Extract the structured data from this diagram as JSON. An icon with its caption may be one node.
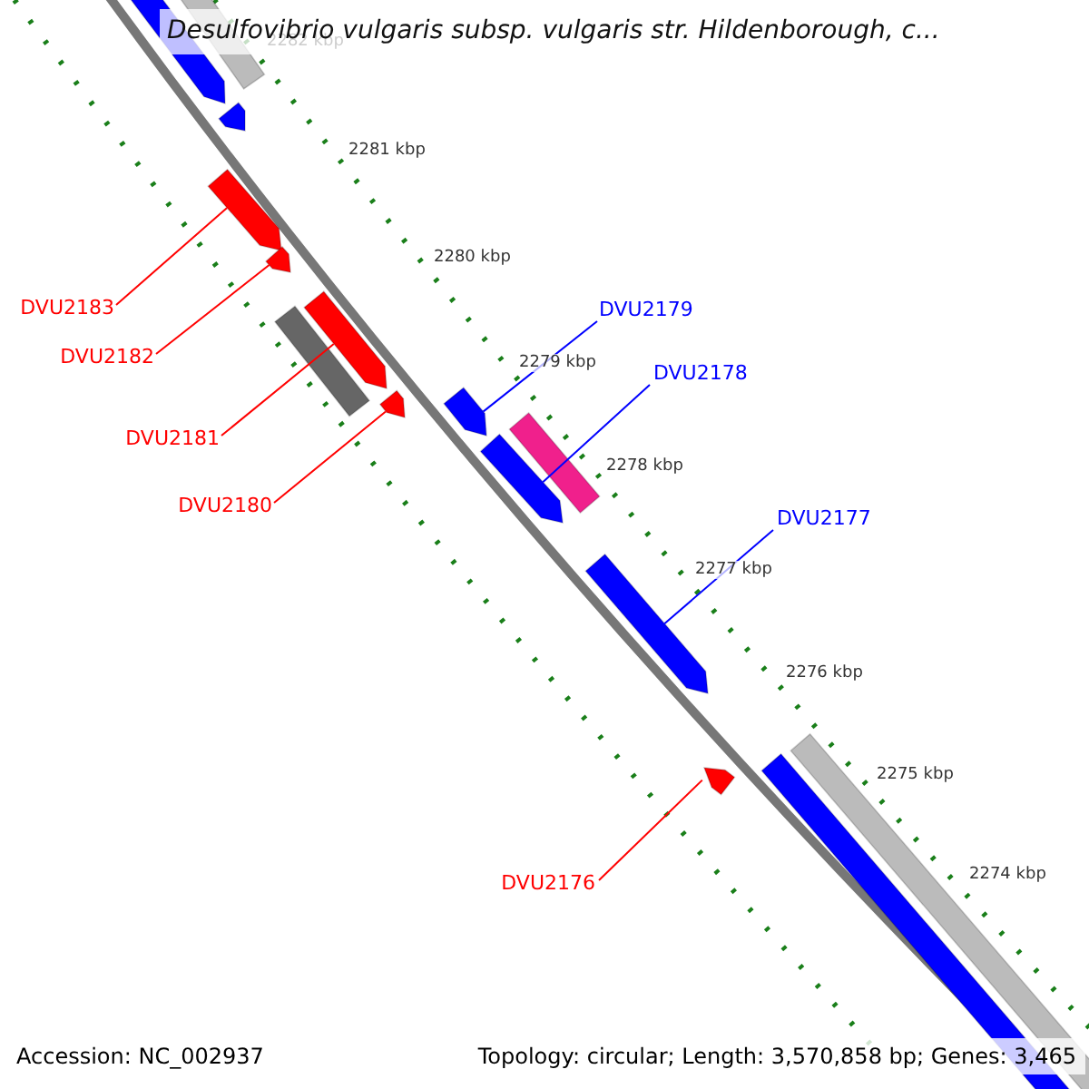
{
  "diagram": {
    "title": "Desulfovibrio vulgaris subsp. vulgaris str. Hildenborough, c...",
    "nodes": [
      {
        "text": [
          "DVU2183"
        ]
      },
      {
        "text": [
          "DVU2182"
        ]
      },
      {
        "text": [
          "DVU2181"
        ]
      },
      {
        "text": [
          "DVU2180"
        ]
      },
      {
        "text": [
          "DVU2179"
        ]
      },
      {
        "text": [
          "DVU2178"
        ]
      },
      {
        "text": [
          "DVU2177"
        ]
      },
      {
        "text": [
          "DVU2176"
        ]
      },
      {
        "text": [],
        "shape": "bar"
      },
      {
        "text": [],
        "shape": "bar"
      },
      {
        "text": [],
        "shape": "bar"
      },
      {
        "text": [],
        "shape": "bar"
      },
      {
        "text": [],
        "shape": "bar"
      },
      {
        "text": [],
        "shape": "bar"
      },
      {
        "text": [],
        "shape": "bar"
      },
      {
        "text": [],
        "shape": "bar"
      }
    ],
    "edges": [
      {
        "from": 0,
        "to": 8,
        "arrow": "none"
      },
      {
        "from": 1,
        "to": 9,
        "arrow": "none"
      },
      {
        "from": 2,
        "to": 10,
        "arrow": "none"
      },
      {
        "from": 3,
        "to": 11,
        "arrow": "none"
      },
      {
        "from": 4,
        "to": 12,
        "arrow": "none",
        "color": "#0000ff"
      },
      {
        "from": 5,
        "to": 13,
        "arrow": "none",
        "color": "#0000ff"
      },
      {
        "from": 6,
        "to": 14,
        "arrow": "none",
        "color": "#0000ff"
      },
      {
        "from": 7,
        "to": 15,
        "arrow": "none"
      }
    ],
    "labels": [
      "2282 kbp",
      "2281 kbp",
      "2280 kbp",
      "2279 kbp",
      "2278 kbp",
      "2277 kbp",
      "2276 kbp",
      "2275 kbp",
      "2274 kbp",
      "Accession: NC_002937",
      "Topology: circular; Length: 3,570,858 bp; Genes: 3,465"
    ]
  }
}
